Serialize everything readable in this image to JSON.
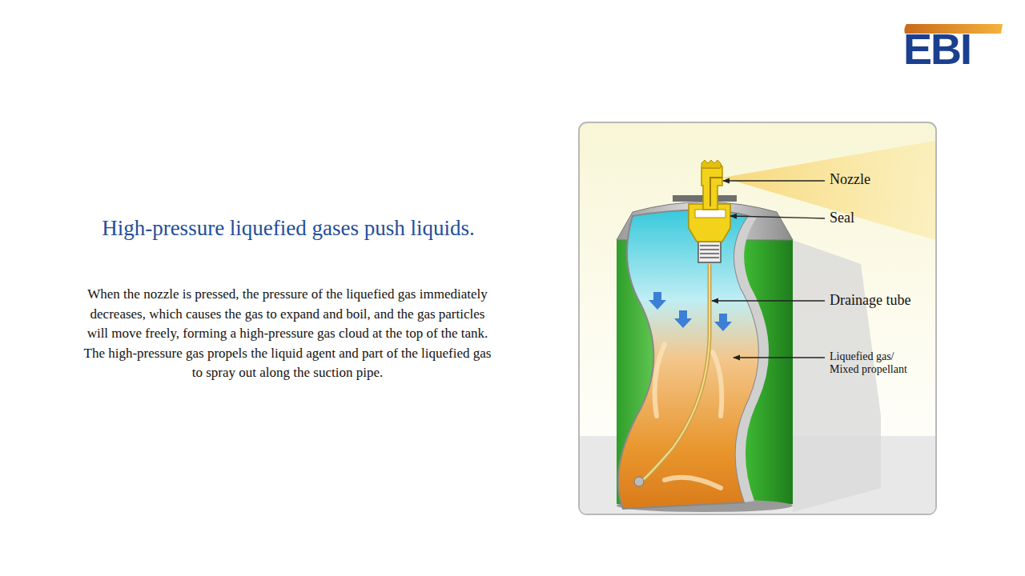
{
  "diagram": {
    "title": "High-pressure liquefied gases push liquids.",
    "caption": "When the nozzle is pressed, the pressure of the liquefied gas immediately decreases, which causes the gas to expand and boil, and the gas particles will move freely, forming a high-pressure gas cloud at the top of the tank. The high-pressure gas propels the liquid agent and part of the liquefied gas to spray out along the suction pipe.",
    "labels": [
      "EBI",
      "Nozzle",
      "Seal",
      "Drainage tube",
      "Liquefied gas/ Mixed propellant"
    ]
  }
}
